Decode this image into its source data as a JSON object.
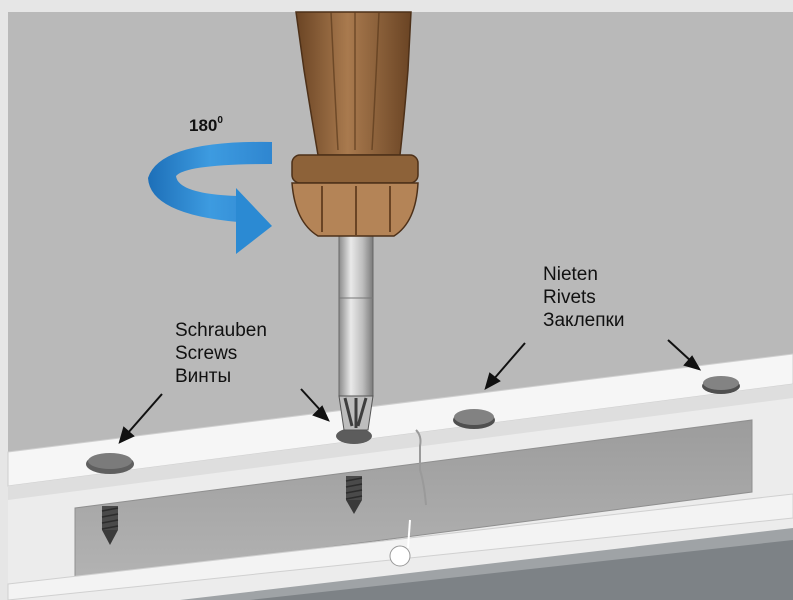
{
  "rotation": {
    "value": "180",
    "unit": "0",
    "arrow_color": "#2f8fd8"
  },
  "screws_label": {
    "de": "Schrauben",
    "en": "Screws",
    "ru": "Винты"
  },
  "rivets_label": {
    "de": "Nieten",
    "en": "Rivets",
    "ru": "Заклепки"
  },
  "colors": {
    "background": "#e6e6e6",
    "panel": "#b9b9b9",
    "handle": "#8a6440",
    "rail": "#f4f4f4",
    "slot": "#a3a3a3"
  }
}
